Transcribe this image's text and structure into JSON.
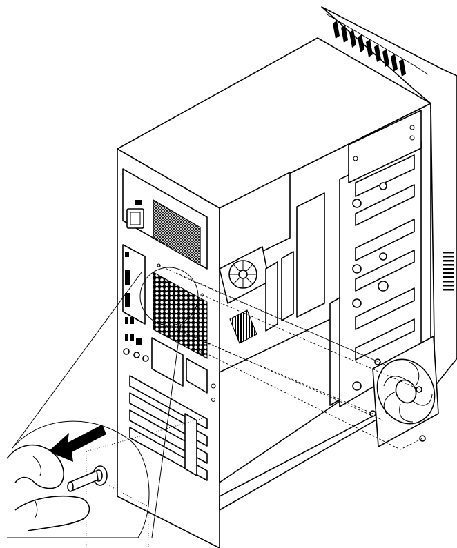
{
  "figure": {
    "subject": "desktop-tower-computer-rear-fan-removal",
    "colors": {
      "line": "#000000",
      "background": "#ffffff"
    },
    "icons": [
      "computer-chassis",
      "power-supply-vent",
      "rear-fan",
      "heatsink",
      "pci-slot-cover",
      "drive-bay",
      "push-pin-rivet",
      "fingers",
      "arrow-left-icon",
      "magnifier-callout"
    ]
  }
}
